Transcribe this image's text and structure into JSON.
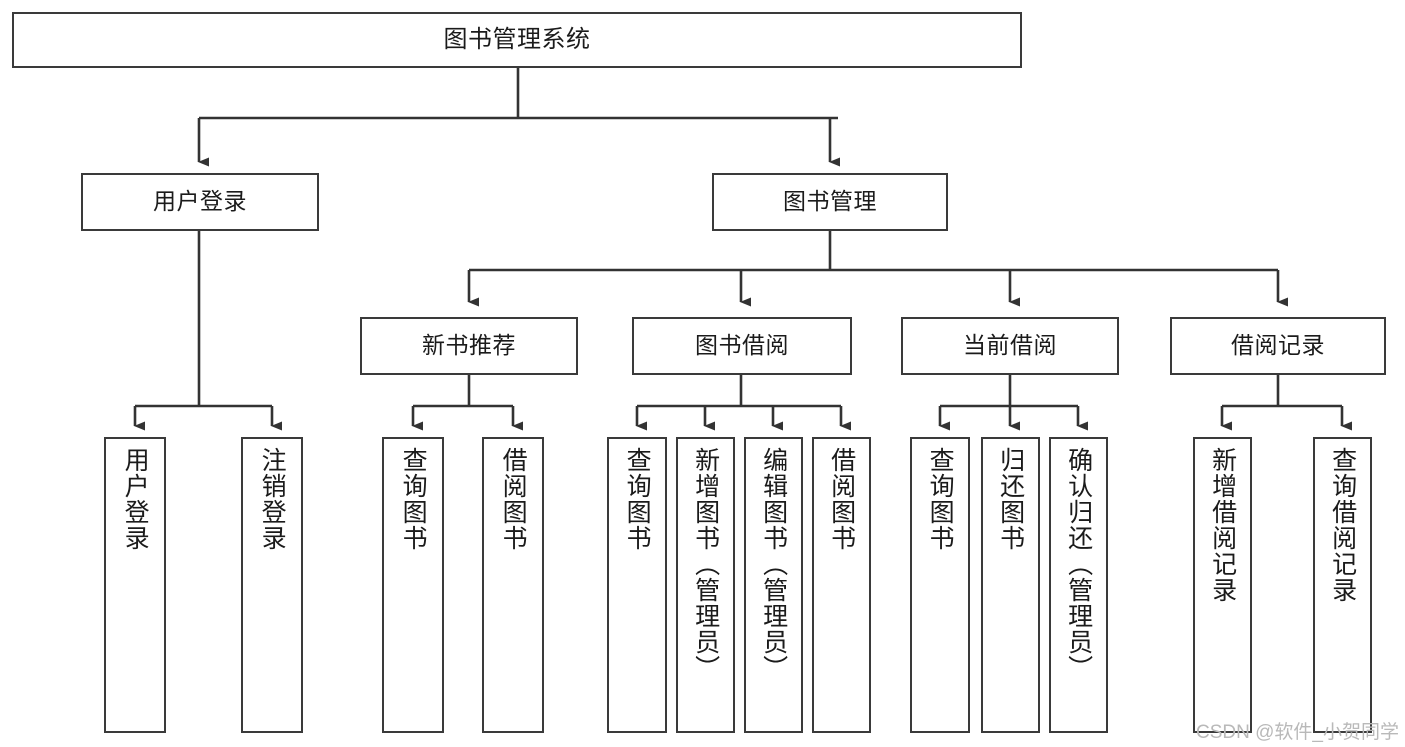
{
  "diagram": {
    "type": "tree-structure-chart",
    "title": "图书管理系统",
    "watermark": "CSDN @软件_小贺同学",
    "colors": {
      "node_border": "#3a3a3a",
      "node_fill": "#ffffff",
      "edge": "#333333",
      "text": "#1b1b1b",
      "watermark": "#b9b9b9",
      "background": "#ffffff"
    },
    "nodes": {
      "root": {
        "label": "图书管理系统",
        "level": 1
      },
      "user_login": {
        "label": "用户登录",
        "level": 2
      },
      "book_manage": {
        "label": "图书管理",
        "level": 2
      },
      "new_book_rec": {
        "label": "新书推荐",
        "level": 3
      },
      "book_borrow": {
        "label": "图书借阅",
        "level": 3
      },
      "current_borrow": {
        "label": "当前借阅",
        "level": 3
      },
      "borrow_record": {
        "label": "借阅记录",
        "level": 3
      },
      "leaf_user_login": {
        "label": "用户登录",
        "level": 4,
        "parent": "用户登录"
      },
      "leaf_logout": {
        "label": "注销登录",
        "level": 4,
        "parent": "用户登录"
      },
      "leaf_query_book_a": {
        "label": "查询图书",
        "level": 4,
        "parent": "新书推荐"
      },
      "leaf_borrow_book_a": {
        "label": "借阅图书",
        "level": 4,
        "parent": "新书推荐"
      },
      "leaf_query_book_b": {
        "label": "查询图书",
        "level": 4,
        "parent": "图书借阅"
      },
      "leaf_add_book": {
        "label": "新增图书（管理员）",
        "level": 4,
        "parent": "图书借阅"
      },
      "leaf_edit_book": {
        "label": "编辑图书（管理员）",
        "level": 4,
        "parent": "图书借阅"
      },
      "leaf_borrow_book_b": {
        "label": "借阅图书",
        "level": 4,
        "parent": "图书借阅"
      },
      "leaf_query_book_c": {
        "label": "查询图书",
        "level": 4,
        "parent": "当前借阅"
      },
      "leaf_return_book": {
        "label": "归还图书",
        "level": 4,
        "parent": "当前借阅"
      },
      "leaf_confirm_return": {
        "label": "确认归还（管理员）",
        "level": 4,
        "parent": "当前借阅"
      },
      "leaf_add_record": {
        "label": "新增借阅记录",
        "level": 4,
        "parent": "借阅记录"
      },
      "leaf_query_record": {
        "label": "查询借阅记录",
        "level": 4,
        "parent": "借阅记录"
      }
    }
  }
}
